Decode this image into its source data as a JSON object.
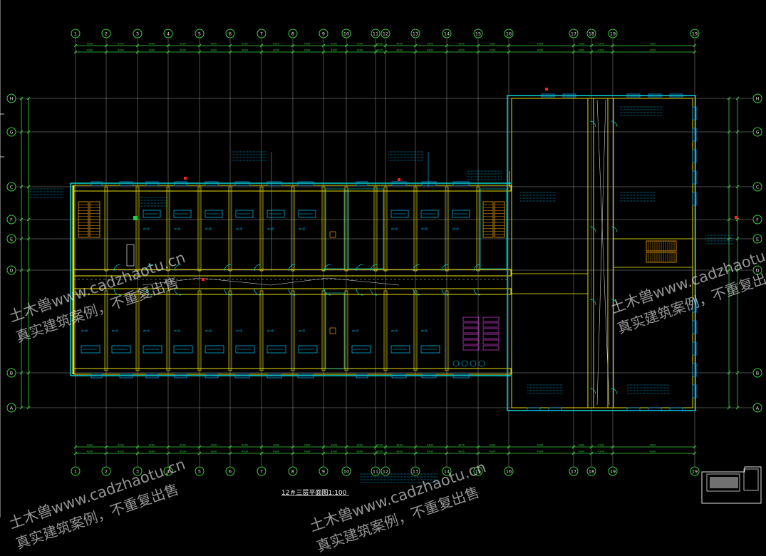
{
  "drawing": {
    "title": "12＃三层平面图1:100",
    "colors": {
      "background": "#000000",
      "axis_line": "#d7d7d7",
      "axis_bubble": "#3cd23c",
      "dimension": "#3cd23c",
      "wall": "#e8e000",
      "wall_cyan": "#00d7d7",
      "window": "#00a0ff",
      "stair": "#f0a000",
      "annotation": "#00c8ff",
      "marker_red": "#ff2020",
      "equipment": "#00c8ff",
      "toilet": "#e040e0"
    },
    "axes_horizontal_numbers": [
      "1",
      "2",
      "3",
      "4",
      "5",
      "6",
      "7",
      "8",
      "9",
      "10",
      "11",
      "12",
      "13",
      "14",
      "15",
      "16",
      "17",
      "18",
      "19"
    ],
    "axes_vertical_letters": [
      "A",
      "B",
      "C",
      "D",
      "E",
      "F",
      "G",
      "H"
    ]
  },
  "watermarks": [
    {
      "line1": "土木兽www.cadzhaotu.cn",
      "line2": "真实建筑案例，不重复出售"
    },
    {
      "line1": "土木兽www.cadzhaotu.cn",
      "line2": "真实建筑案例，不重复出售"
    },
    {
      "line1": "土木兽www.cadzhaotu.cn",
      "line2": "真实建筑案例，不重复出售"
    },
    {
      "line1": "土木兽www.cadzhaotu.cn",
      "line2": "真实建筑案例，不重复出售"
    }
  ]
}
